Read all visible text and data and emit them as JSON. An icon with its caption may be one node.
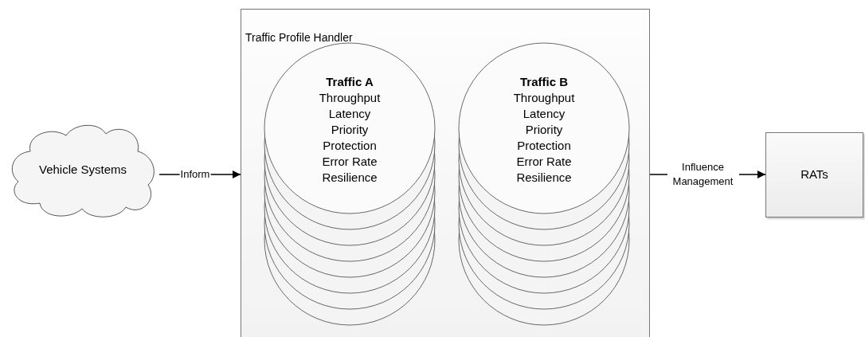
{
  "diagram": {
    "nodes": [
      {
        "text": [
          "Vehicle Systems"
        ]
      },
      {
        "text": [
          "Traffic Profile Handler"
        ]
      },
      {
        "text": [
          "Traffic A",
          "Throughput",
          "Latency",
          "Priority",
          "Protection",
          "Error Rate",
          "Resilience"
        ],
        "in": 1
      },
      {
        "text": [
          "Traffic B",
          "Throughput",
          "Latency",
          "Priority",
          "Protection",
          "Error Rate",
          "Resilience"
        ],
        "in": 1
      },
      {
        "text": [
          "RATs"
        ]
      }
    ],
    "edges": [
      {
        "from": 0,
        "to": 1,
        "arrow": "to",
        "label": "Inform"
      },
      {
        "from": 1,
        "to": 4,
        "arrow": "to",
        "label": "Influence Management"
      }
    ]
  }
}
